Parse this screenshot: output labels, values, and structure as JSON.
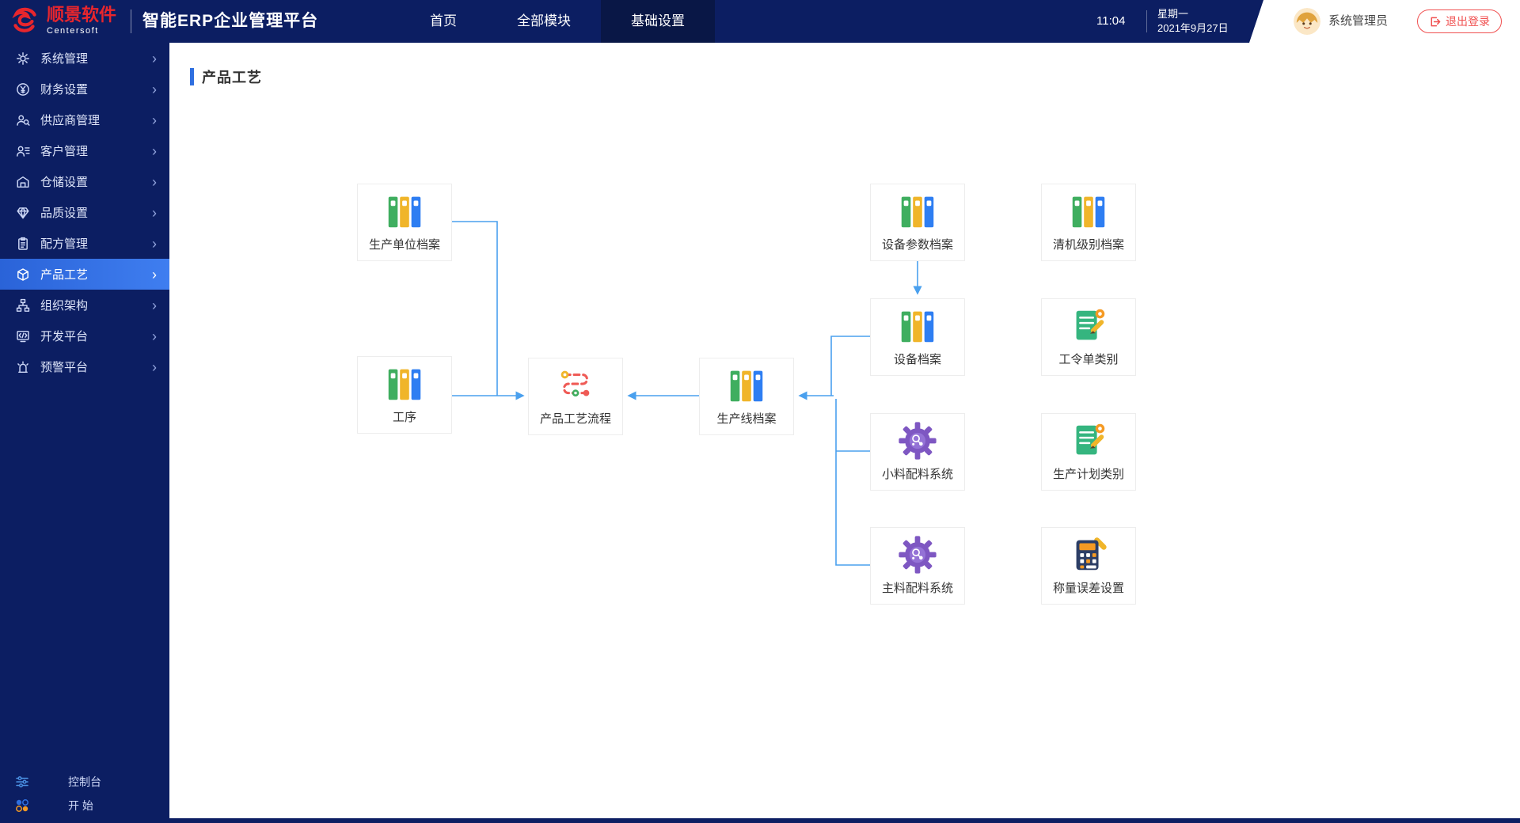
{
  "topbar": {
    "logo_title": "顺景软件",
    "logo_sub": "Centersoft",
    "app_title": "智能ERP企业管理平台",
    "nav_home": "首页",
    "nav_modules": "全部模块",
    "nav_settings": "基础设置",
    "time": "11:04",
    "weekday": "星期一",
    "date": "2021年9月27日",
    "username": "系统管理员",
    "logout": "退出登录"
  },
  "sidebar": {
    "items": [
      {
        "label": "系统管理"
      },
      {
        "label": "财务设置"
      },
      {
        "label": "供应商管理"
      },
      {
        "label": "客户管理"
      },
      {
        "label": "仓储设置"
      },
      {
        "label": "品质设置"
      },
      {
        "label": "配方管理"
      },
      {
        "label": "产品工艺",
        "active": true
      },
      {
        "label": "组织架构"
      },
      {
        "label": "开发平台"
      },
      {
        "label": "预警平台"
      }
    ],
    "console_label": "控制台",
    "start_label": "开 始"
  },
  "main": {
    "page_title": "产品工艺"
  },
  "flow": {
    "nodes": [
      {
        "label": "生产单位档案",
        "icon": "binder"
      },
      {
        "label": "设备参数档案",
        "icon": "binder"
      },
      {
        "label": "清机级别档案",
        "icon": "binder"
      },
      {
        "label": "设备档案",
        "icon": "binder"
      },
      {
        "label": "工令单类别",
        "icon": "doc-pencil"
      },
      {
        "label": "工序",
        "icon": "binder"
      },
      {
        "label": "产品工艺流程",
        "icon": "route"
      },
      {
        "label": "生产线档案",
        "icon": "binder"
      },
      {
        "label": "小料配料系统",
        "icon": "gear"
      },
      {
        "label": "生产计划类别",
        "icon": "doc-pencil"
      },
      {
        "label": "主料配料系统",
        "icon": "gear"
      },
      {
        "label": "称量误差设置",
        "icon": "calculator"
      }
    ],
    "edges": [
      {
        "from": "生产单位档案",
        "to": "产品工艺流程"
      },
      {
        "from": "工序",
        "to": "产品工艺流程"
      },
      {
        "from": "生产线档案",
        "to": "产品工艺流程"
      },
      {
        "from": "设备参数档案",
        "to": "设备档案"
      },
      {
        "from": "设备档案",
        "to": "生产线档案"
      },
      {
        "from": "小料配料系统",
        "to": "生产线档案"
      },
      {
        "from": "主料配料系统",
        "to": "生产线档案"
      }
    ]
  },
  "colors": {
    "navy": "#0c1e62",
    "accent_blue": "#2f6fe0",
    "brand_red": "#e8262d",
    "line_blue": "#4aa0ee"
  }
}
